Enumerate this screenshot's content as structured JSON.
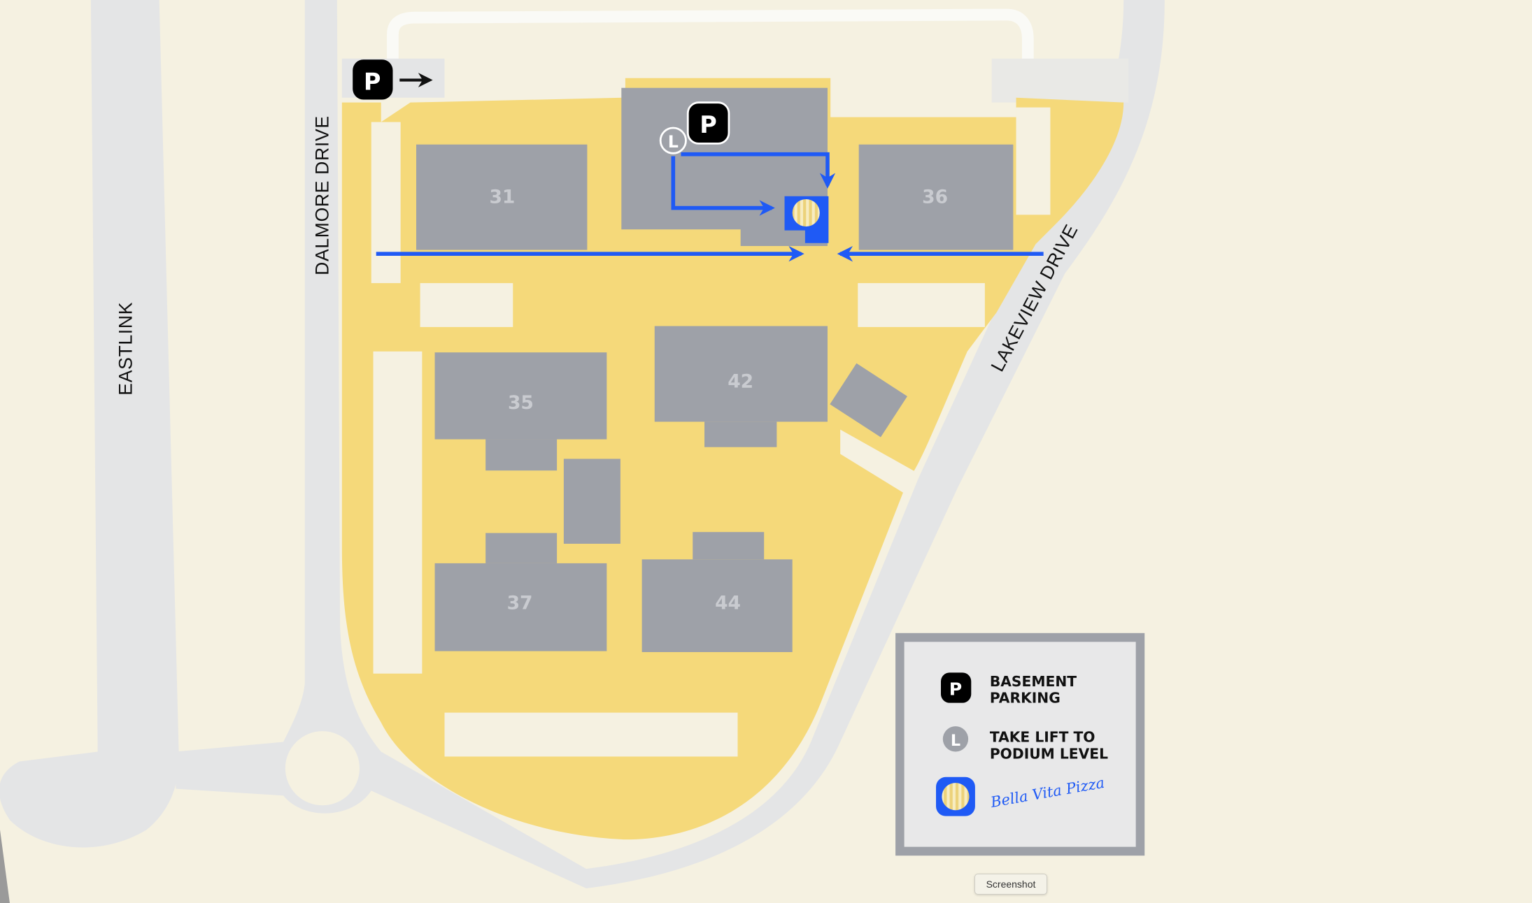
{
  "roads": {
    "eastlink": "EASTLINK",
    "dalmore": "DALMORE DRIVE",
    "lakeview": "LAKEVIEW DRIVE"
  },
  "buildings": [
    "31",
    "36",
    "35",
    "42",
    "37",
    "44"
  ],
  "map_markers": {
    "parking": "P",
    "lift": "L"
  },
  "legend": {
    "parking_icon": "P",
    "parking_line1": "BASEMENT",
    "parking_line2": "PARKING",
    "lift_icon": "L",
    "lift_line1": "TAKE LIFT TO",
    "lift_line2": "PODIUM LEVEL",
    "restaurant": "Bella Vita Pizza"
  },
  "tooltip": "Screenshot",
  "colors": {
    "background": "#f5f1e1",
    "campus": "#f5d97a",
    "building": "#9ea1a8",
    "road": "#e4e5e6",
    "route": "#1f5af5"
  }
}
